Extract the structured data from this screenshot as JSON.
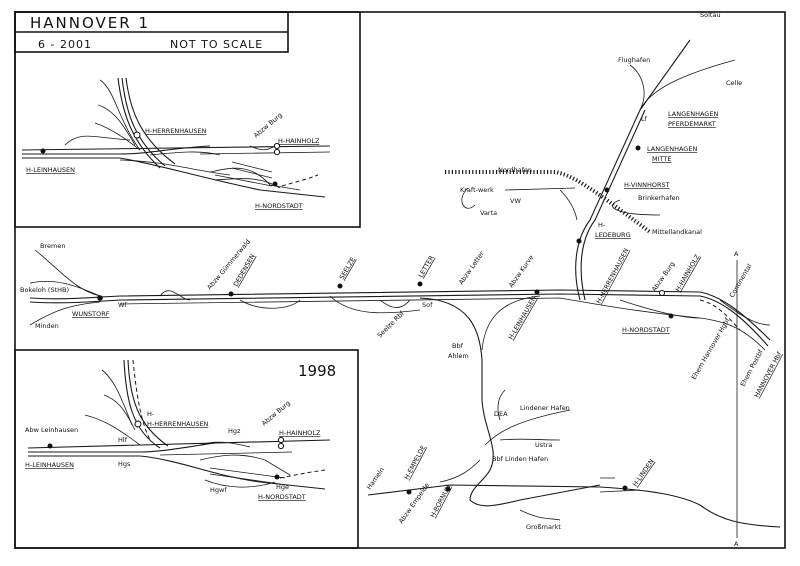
{
  "title": {
    "name": "HANNOVER  1",
    "date": "6 - 2001",
    "scale_note": "NOT TO SCALE"
  },
  "inset_2001": {
    "stations": [
      "H-LEINHAUSEN",
      "H-HERRENHAUSEN",
      "H-HAINHOLZ",
      "H-NORDSTADT"
    ],
    "junction": "Abzw Burg"
  },
  "inset_1998": {
    "year": "1998",
    "stations": [
      "H-LEINHAUSEN",
      "H-HERRENHAUSEN",
      "H-HAINHOLZ",
      "H-NORDSTADT"
    ],
    "labels": [
      "Abw Leinhausen",
      "Hlf",
      "Hgs",
      "Hgz",
      "Abzw Burg",
      "Hgwf",
      "Hge"
    ]
  },
  "main": {
    "destinations": [
      "Soltau",
      "Flughafen",
      "Celle",
      "Bremen",
      "Bokeloh (StHB)",
      "Minden",
      "Hameln"
    ],
    "stations": {
      "langenhagen_pferdemarkt": [
        "LANGENHAGEN",
        "PFERDEMARKT"
      ],
      "langenhagen_mitte": [
        "LANGENHAGEN",
        "MITTE"
      ],
      "vinnhorst": "H-VINNHORST",
      "ledeburg": [
        "H-",
        "LEDEBURG"
      ],
      "wunstorf": "WUNSTORF",
      "dedensen": "DEDENSEN",
      "seelze": "SEELZE",
      "letter": "LETTER",
      "leinhausen": "H-LEINHAUSEN",
      "herrenhausen": "H-HERRENHAUSEN",
      "hainholz": "H-HAINHOLZ",
      "nordstadt": "H-NORDSTADT",
      "empelde": "H-EMPELDE",
      "bornum": "H-BORNUM",
      "linden": "H-LINDEN",
      "hannover_hbf": "HANNOVER Hbf"
    },
    "labels": {
      "lf": "Lf",
      "nordhafen": "Nordhafen",
      "kraftwerk": "Kraft-werk",
      "vw": "VW",
      "varta": "Varta",
      "brinkerhafen": "Brinkerhafen",
      "mittellandkanal": "Mittellandkanal",
      "wf": "Wf",
      "abzw_guemmerwald": "Abzw Gümmerwald",
      "seelze_rbf": "Seelze Rbf",
      "sof": "Sof",
      "abzw_letter": "Abzw Letter",
      "abzw_kurve": "Abzw Kurve",
      "bbf_ahlem": [
        "Bbf",
        "Ahlem"
      ],
      "abzw_burg": "Abzw Burg",
      "continental": "Continental",
      "section_mark": "A",
      "ehem_hgbf": "Ehem Hannover Hgbf",
      "ehem_postbf": "Ehem Postbf",
      "lindener_hafen": "Lindener Hafen",
      "dea": "DEA",
      "ustra": "Ustra",
      "bbf_linden_hafen": "Bbf Linden Hafen",
      "abzw_empelde": "Abzw Empelde",
      "grossmarkt": "Großmarkt"
    }
  }
}
